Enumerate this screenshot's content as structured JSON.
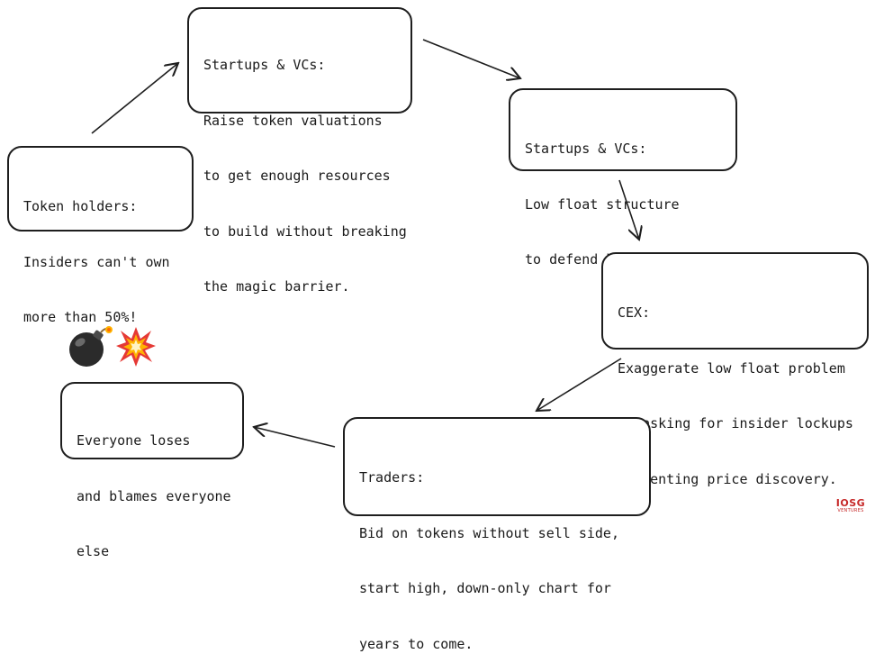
{
  "nodes": {
    "startups_raise": {
      "lines": [
        "Startups & VCs:",
        "Raise token valuations",
        "to get enough resources",
        "to build without breaking",
        "the magic barrier."
      ]
    },
    "startups_float": {
      "lines": [
        "Startups & VCs:",
        "Low float structure",
        "to defend high valuation."
      ]
    },
    "token_holders": {
      "lines": [
        "Token holders:",
        "Insiders can't own",
        "more than 50%!"
      ]
    },
    "cex": {
      "lines": [
        "CEX:",
        "Exaggerate low float problem",
        "by asking for insider lockups",
        "preventing price discovery."
      ]
    },
    "everyone": {
      "lines": [
        "Everyone loses",
        "and blames everyone",
        "else"
      ]
    },
    "traders": {
      "lines": [
        "Traders:",
        "Bid on tokens without sell side,",
        "start high, down-only chart for",
        "years to come."
      ]
    }
  },
  "decorations": {
    "bomb": "💣",
    "explosion": "💥"
  },
  "logo": {
    "mark": "IOSG",
    "sub": "VENTURES"
  },
  "colors": {
    "stroke": "#1e1e1e",
    "logo": "#c62828"
  }
}
